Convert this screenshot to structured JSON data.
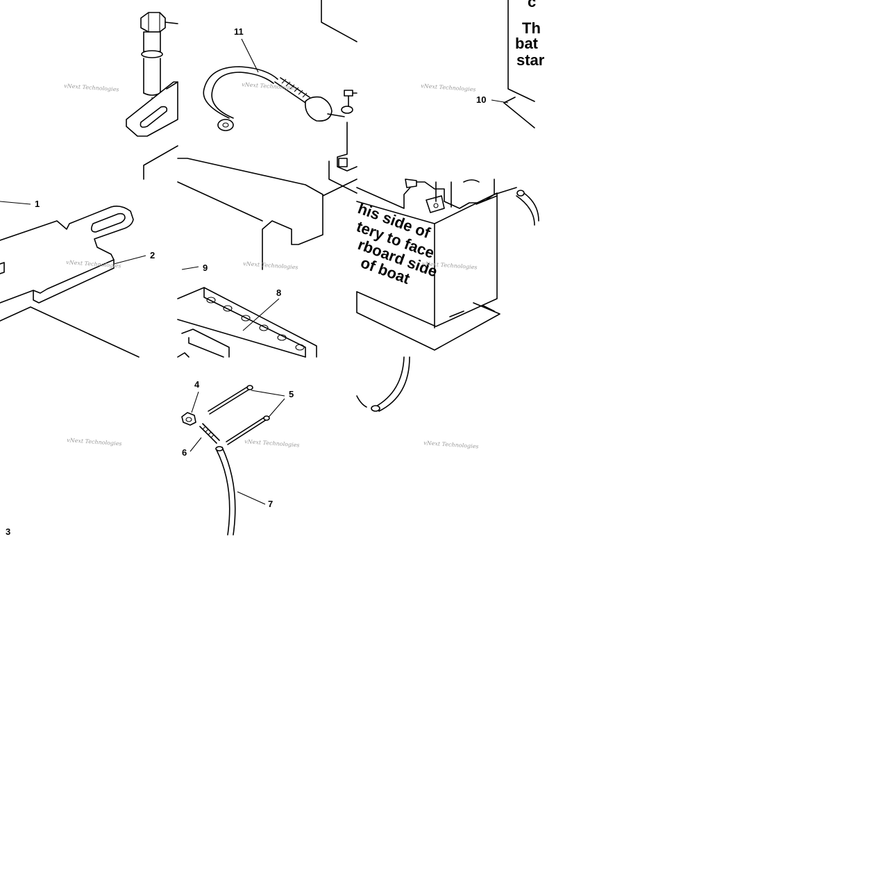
{
  "callouts": {
    "c1": "1",
    "c2": "2",
    "c3": "3",
    "c4": "4",
    "c5": "5",
    "c6": "6",
    "c7": "7",
    "c8": "8",
    "c9": "9",
    "c10": "10",
    "c11": "11"
  },
  "battery_label": {
    "line1": "his side of",
    "line2": "tery to face",
    "line3": "rboard side",
    "line4": "of boat"
  },
  "sticker_label": {
    "line0": "c",
    "line1": "Th",
    "line2": "bat",
    "line3": "star"
  },
  "watermark": {
    "text": "vNext Technologies"
  }
}
